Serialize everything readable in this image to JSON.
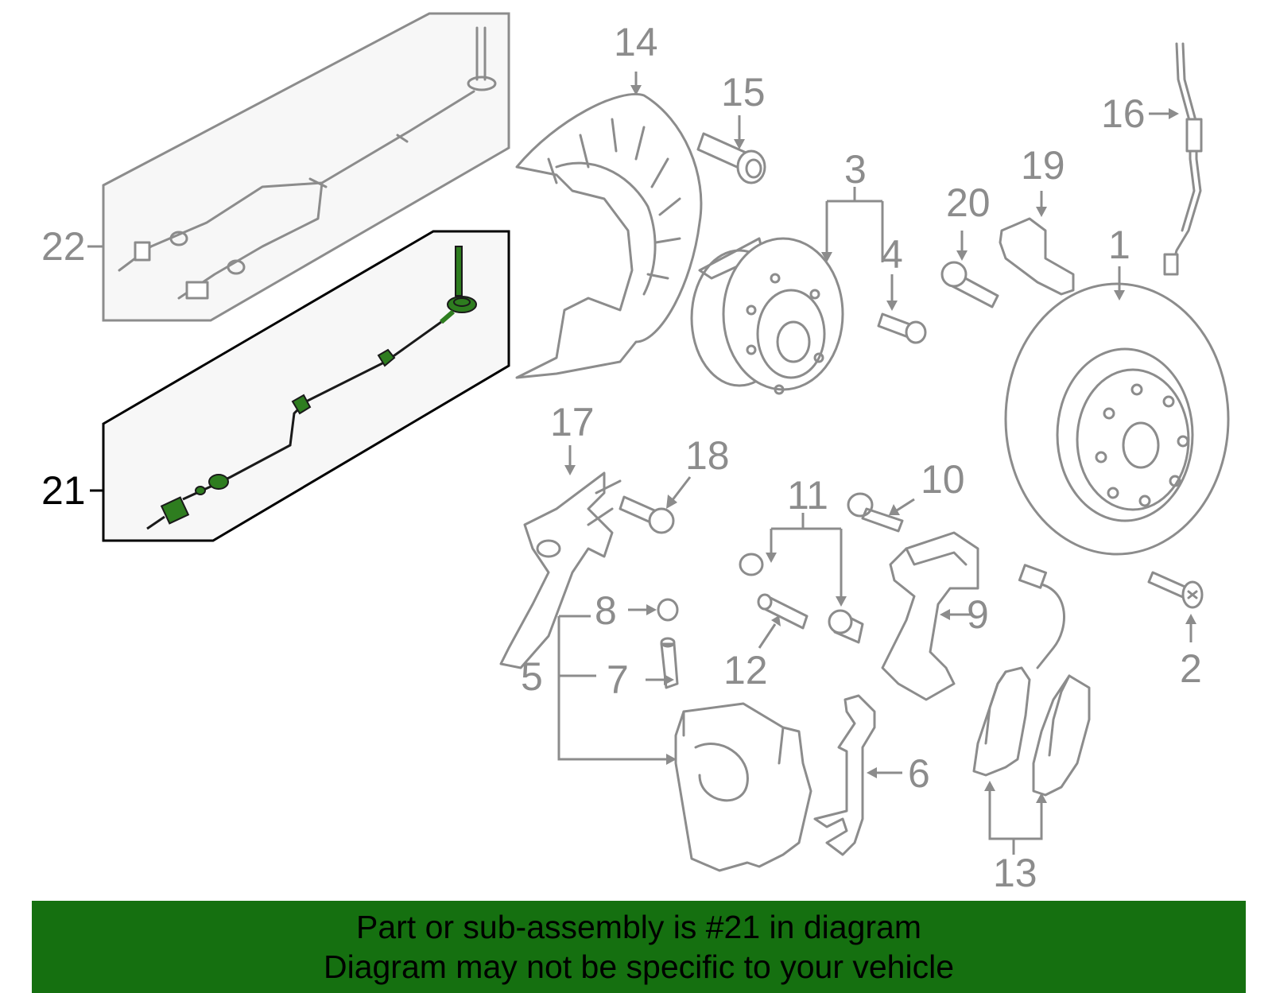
{
  "diagram": {
    "callouts": {
      "c1": "1",
      "c2": "2",
      "c3": "3",
      "c4": "4",
      "c5": "5",
      "c6": "6",
      "c7": "7",
      "c8": "8",
      "c9": "9",
      "c10": "10",
      "c11": "11",
      "c12": "12",
      "c13": "13",
      "c14": "14",
      "c15": "15",
      "c16": "16",
      "c17": "17",
      "c18": "18",
      "c19": "19",
      "c20": "20",
      "c21": "21",
      "c22": "22"
    },
    "highlighted_part": "21",
    "colors": {
      "line": "#8c8c8c",
      "highlight": "#2e7d1f",
      "banner": "#157010"
    }
  },
  "banner": {
    "line1": "Part or sub-assembly is #21 in diagram",
    "line2": "Diagram may not be specific to your vehicle"
  }
}
